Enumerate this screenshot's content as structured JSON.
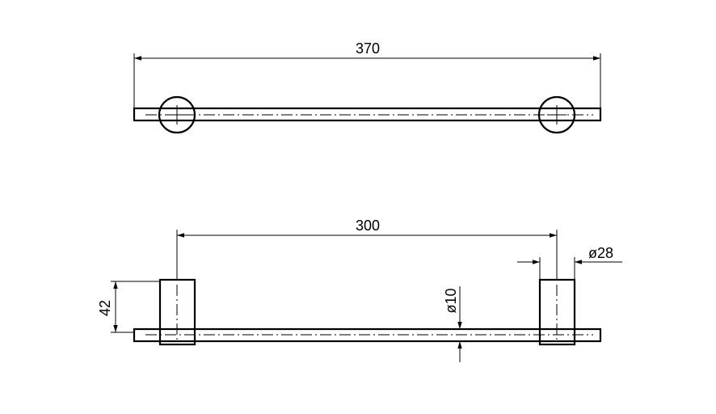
{
  "top_view": {
    "overall_length": "370"
  },
  "front_view": {
    "center_distance": "300",
    "diameter_bracket": "ø28",
    "diameter_bar": "ø10",
    "bracket_height": "42"
  }
}
